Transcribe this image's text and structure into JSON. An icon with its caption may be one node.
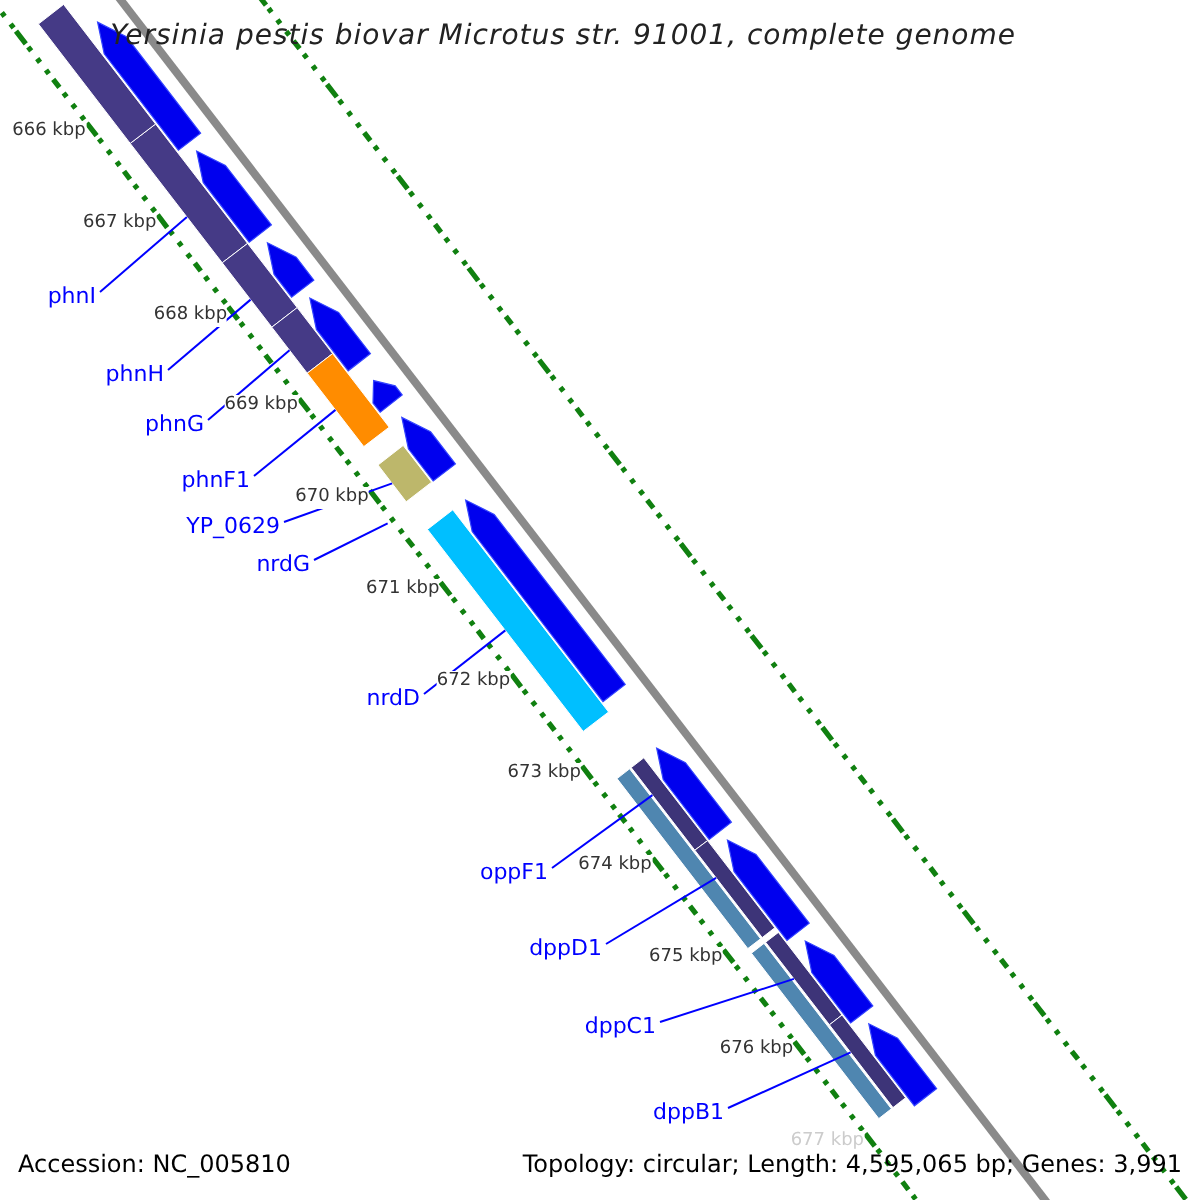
{
  "diagram": {
    "title": "Yersinia pestis biovar Microtus str. 91001, complete genome",
    "nodes": [
      {
        "text": [
          "phnI"
        ]
      },
      {
        "text": [],
        "shape": "bar"
      },
      {
        "text": [
          "phnH"
        ]
      },
      {
        "text": [],
        "shape": "bar"
      },
      {
        "text": [
          "phnG"
        ]
      },
      {
        "text": [],
        "shape": "bar"
      },
      {
        "text": [
          "phnF1"
        ]
      },
      {
        "text": [],
        "shape": "bar"
      },
      {
        "text": [
          "YP_0629"
        ]
      },
      {
        "text": [],
        "shape": "bar"
      },
      {
        "text": [
          "nrdG"
        ]
      },
      {
        "text": [
          "nrdD"
        ]
      },
      {
        "text": [],
        "shape": "bar"
      },
      {
        "text": [
          "oppF1"
        ]
      },
      {
        "text": [],
        "shape": "bar"
      },
      {
        "text": [
          "dppD1"
        ]
      },
      {
        "text": [],
        "shape": "bar"
      },
      {
        "text": [
          "dppC1"
        ]
      },
      {
        "text": [],
        "shape": "bar"
      },
      {
        "text": [
          "dppB1"
        ]
      },
      {
        "text": [],
        "shape": "bar"
      },
      {
        "text": [],
        "shape": "arrow"
      },
      {
        "text": [],
        "shape": "arrow"
      },
      {
        "text": [],
        "shape": "arrow"
      },
      {
        "text": [],
        "shape": "arrow"
      },
      {
        "text": [],
        "shape": "arrow"
      },
      {
        "text": [],
        "shape": "arrow"
      },
      {
        "text": [],
        "shape": "arrow"
      },
      {
        "text": [],
        "shape": "arrow"
      },
      {
        "text": [],
        "shape": "arrow"
      },
      {
        "text": [],
        "shape": "arrow"
      },
      {
        "text": [],
        "shape": "arrow"
      },
      {
        "text": [],
        "shape": "bar"
      },
      {
        "text": [],
        "shape": "bar"
      },
      {
        "text": [],
        "shape": "bar"
      }
    ],
    "edges": [
      {
        "from": 0,
        "to": 1,
        "arrow": "none"
      },
      {
        "from": 2,
        "to": 3,
        "arrow": "none"
      },
      {
        "from": 4,
        "to": 5,
        "arrow": "none"
      },
      {
        "from": 6,
        "to": 7,
        "arrow": "none"
      },
      {
        "from": 8,
        "to": 9,
        "arrow": "none"
      },
      {
        "from": 10,
        "to": null,
        "arrow": "none"
      },
      {
        "from": 11,
        "to": 12,
        "arrow": "none"
      },
      {
        "from": 13,
        "to": 14,
        "arrow": "none"
      },
      {
        "from": 15,
        "to": 16,
        "arrow": "none"
      },
      {
        "from": 17,
        "to": 18,
        "arrow": "none"
      },
      {
        "from": 19,
        "to": 20,
        "arrow": "none"
      }
    ],
    "labels": [
      "666 kbp",
      "667 kbp",
      "668 kbp",
      "669 kbp",
      "670 kbp",
      "671 kbp",
      "672 kbp",
      "673 kbp",
      "674 kbp",
      "675 kbp",
      "676 kbp",
      "677 kbp",
      "Accession: NC_005810",
      "Topology: circular; Length: 4,595,065 bp; Genes: 3,991"
    ]
  }
}
